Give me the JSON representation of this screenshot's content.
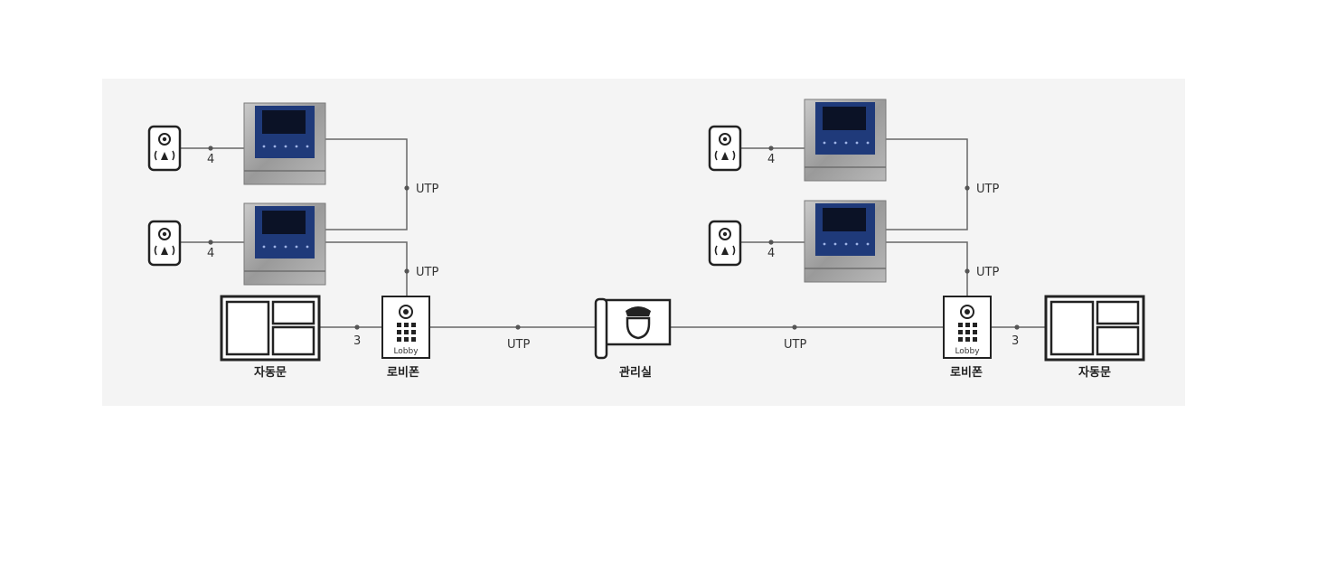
{
  "labels": {
    "utp": "UTP",
    "wire_4": "4",
    "wire_3": "3",
    "lobby_text": "Lobby",
    "auto_door": "자동문",
    "lobby_phone": "로비폰",
    "management_office": "관리실"
  },
  "colors": {
    "background": "#ffffff",
    "panel": "#f4f4f4",
    "line": "#666666",
    "outline": "#222222",
    "monitor_screen": "#1f3a7a",
    "monitor_body": "#a9a9a9"
  },
  "icons": {
    "door_camera": "door-camera-icon",
    "video_monitor": "video-monitor-icon",
    "lobby_phone": "lobby-phone-icon",
    "auto_door": "auto-door-icon",
    "security_guard": "guard-icon"
  }
}
